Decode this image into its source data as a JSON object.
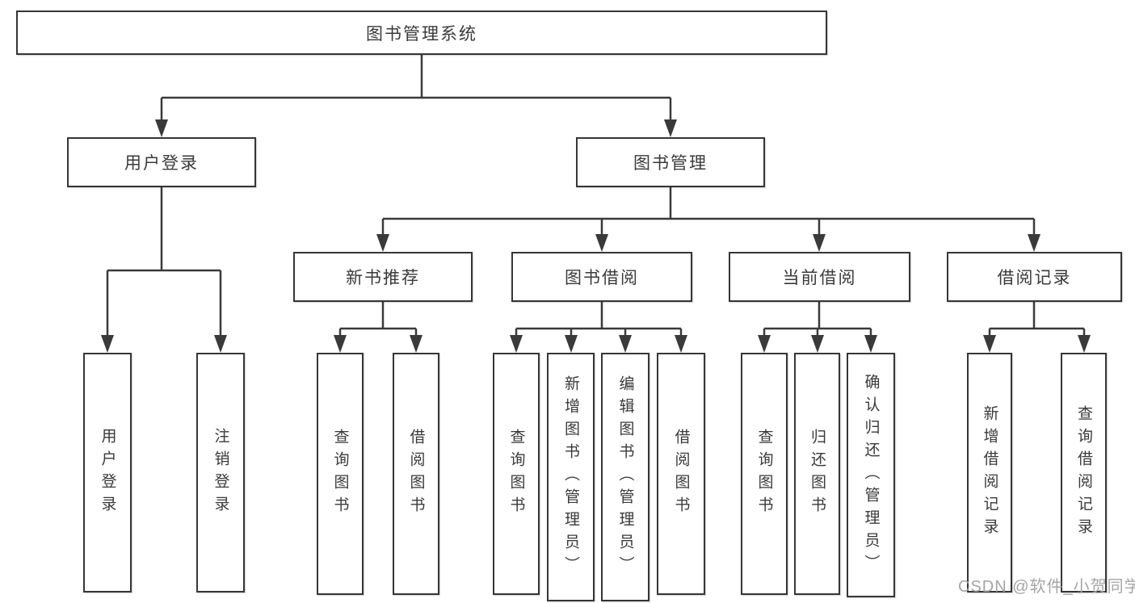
{
  "diagram": {
    "type": "hierarchy-tree",
    "watermark": "CSDN @软件_小贺同学",
    "colors": {
      "background": "#ffffff",
      "box_fill": "#ffffff",
      "box_border": "#363636",
      "line": "#3a3a3a",
      "text": "#3a3a3a",
      "watermark": "#a5a5a5"
    }
  },
  "tree": {
    "label": "图书管理系统",
    "children": [
      {
        "label": "用户登录",
        "children": [
          {
            "label": "用户登录"
          },
          {
            "label": "注销登录"
          }
        ]
      },
      {
        "label": "图书管理",
        "children": [
          {
            "label": "新书推荐",
            "children": [
              {
                "label": "查询图书"
              },
              {
                "label": "借阅图书"
              }
            ]
          },
          {
            "label": "图书借阅",
            "children": [
              {
                "label": "查询图书"
              },
              {
                "label": "新增图书（管理员）"
              },
              {
                "label": "编辑图书（管理员）"
              },
              {
                "label": "借阅图书"
              }
            ]
          },
          {
            "label": "当前借阅",
            "children": [
              {
                "label": "查询图书"
              },
              {
                "label": "归还图书"
              },
              {
                "label": "确认归还（管理员）"
              }
            ]
          },
          {
            "label": "借阅记录",
            "children": [
              {
                "label": "新增借阅记录"
              },
              {
                "label": "查询借阅记录"
              }
            ]
          }
        ]
      }
    ]
  }
}
